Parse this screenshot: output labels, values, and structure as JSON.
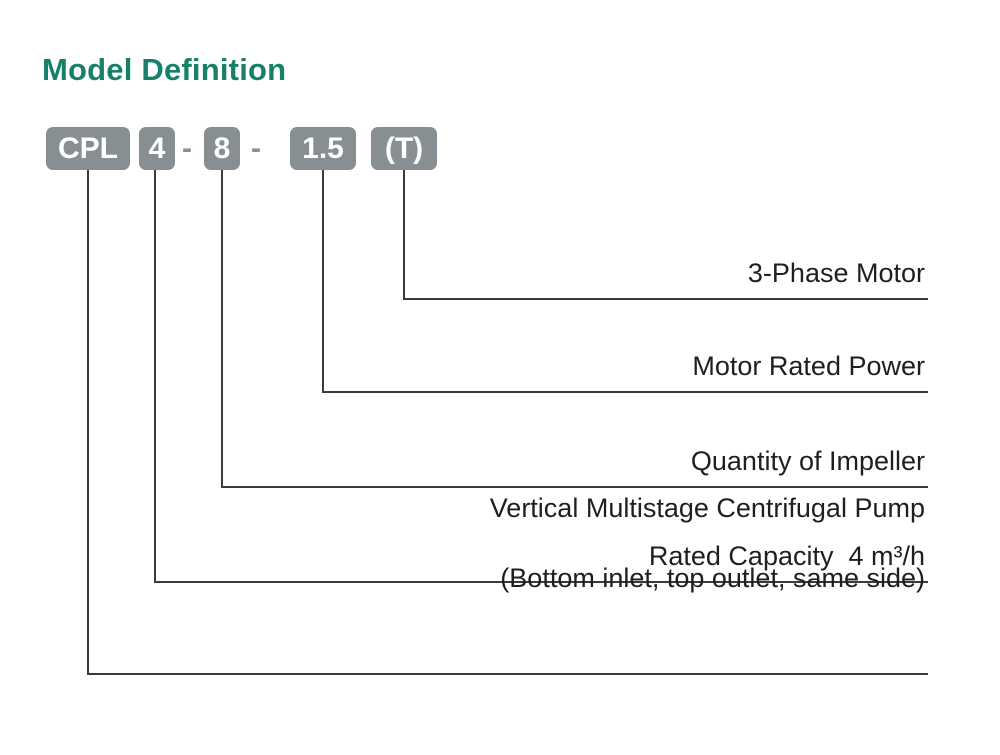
{
  "title": "Model Definition",
  "colors": {
    "accent": "#17806a",
    "box": "#878f93",
    "line": "#3a3a3a",
    "text": "#1f1f1f"
  },
  "code": {
    "series": "CPL",
    "separator": "-",
    "capacity": "4",
    "impellers": "8",
    "power": "1.5",
    "phase": "(T)"
  },
  "callouts": [
    {
      "id": "phase",
      "label": "3-Phase Motor"
    },
    {
      "id": "power",
      "label": "Motor Rated Power"
    },
    {
      "id": "impellers",
      "label": "Quantity of Impeller"
    },
    {
      "id": "capacity",
      "label": "Rated Capacity  4 m³/h"
    },
    {
      "id": "series",
      "label": "Vertical Multistage Centrifugal Pump",
      "sublabel": "(Bottom inlet, top outlet, same side)"
    }
  ]
}
